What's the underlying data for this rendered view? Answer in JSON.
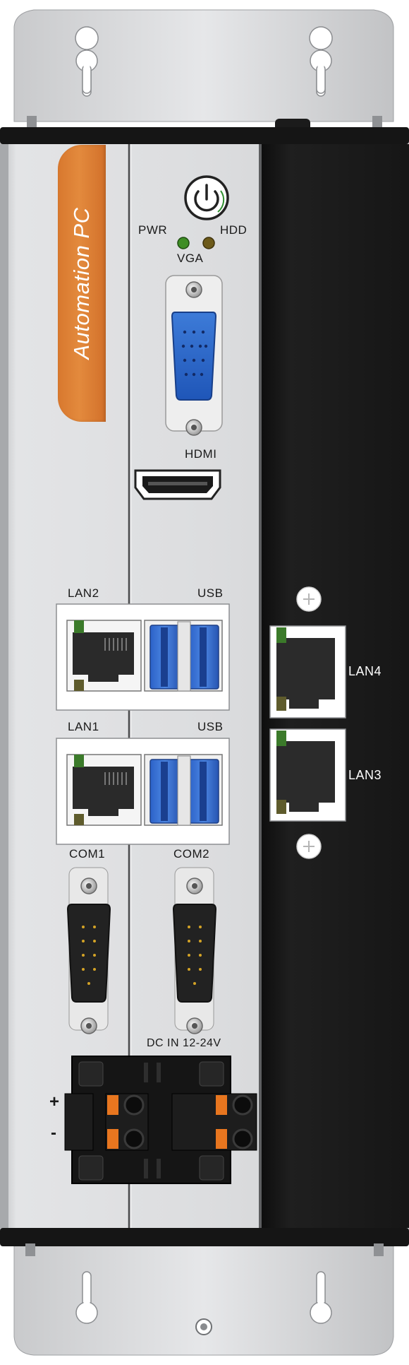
{
  "device": {
    "brand_label": "Automation PC",
    "accent_color": "#e0853a",
    "body_color": "#d9dadc",
    "side_panel_color": "#1c1c1c"
  },
  "front_panel": {
    "power_icon": "power-icon",
    "pwr_label": "PWR",
    "hdd_label": "HDD",
    "vga_label": "VGA",
    "hdmi_label": "HDMI",
    "lan2_label": "LAN2",
    "usb_top_label": "USB",
    "lan1_label": "LAN1",
    "usb_bottom_label": "USB",
    "com1_label": "COM1",
    "com2_label": "COM2",
    "dc_label": "DC IN 12-24V",
    "plus_label": "+",
    "minus_label": "-"
  },
  "side_panel": {
    "lan4_label": "LAN4",
    "lan3_label": "LAN3"
  }
}
